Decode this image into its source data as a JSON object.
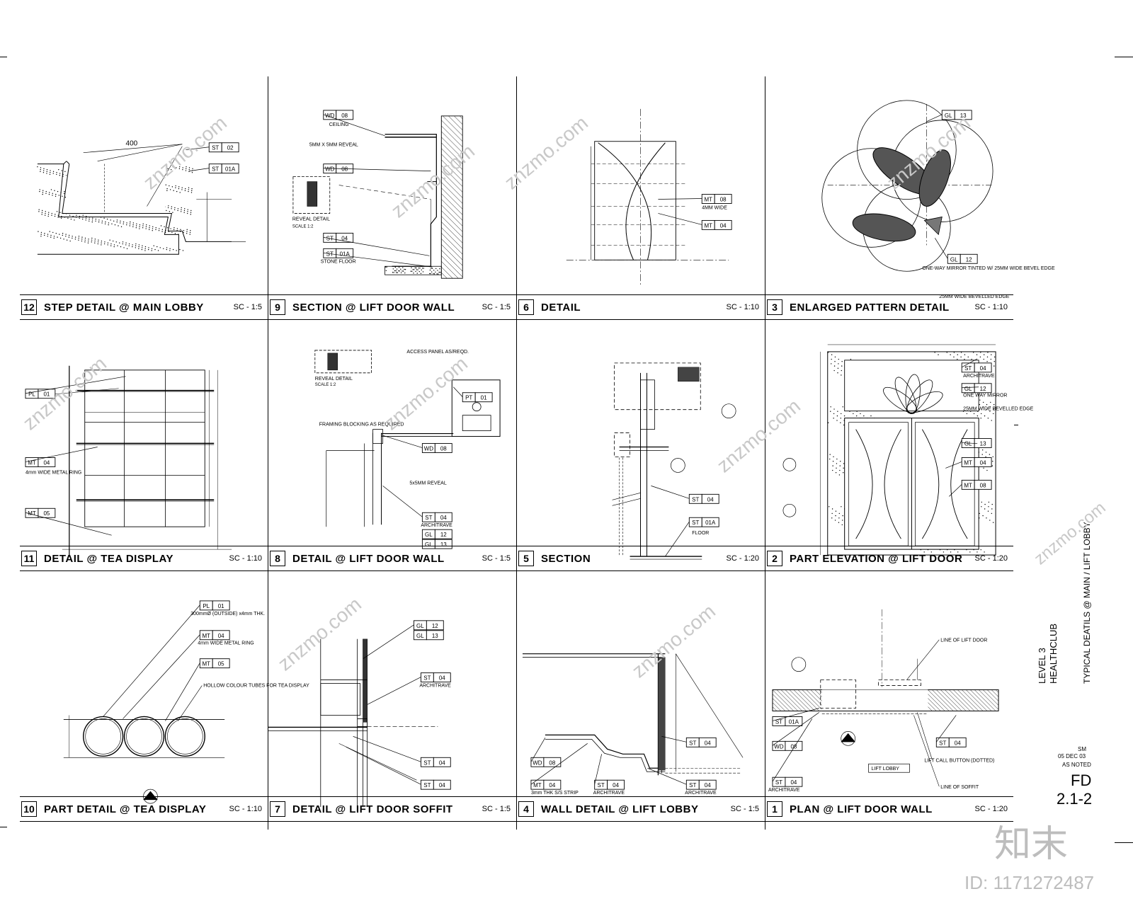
{
  "panels": [
    {
      "num": "12",
      "title": "STEP DETAIL @ MAIN LOBBY",
      "scale": "SC - 1:5"
    },
    {
      "num": "9",
      "title": "SECTION @ LIFT DOOR WALL",
      "scale": "SC - 1:5"
    },
    {
      "num": "6",
      "title": "DETAIL",
      "scale": "SC - 1:10"
    },
    {
      "num": "3",
      "title": "ENLARGED PATTERN DETAIL",
      "scale": "SC - 1:10"
    },
    {
      "num": "11",
      "title": "DETAIL @ TEA DISPLAY",
      "scale": "SC - 1:10"
    },
    {
      "num": "8",
      "title": "DETAIL @ LIFT DOOR WALL",
      "scale": "SC - 1:5"
    },
    {
      "num": "5",
      "title": "SECTION",
      "scale": "SC - 1:20"
    },
    {
      "num": "2",
      "title": "PART ELEVATION @ LIFT DOOR",
      "scale": "SC - 1:20"
    },
    {
      "num": "10",
      "title": "PART DETAIL @ TEA DISPLAY",
      "scale": "SC - 1:10"
    },
    {
      "num": "7",
      "title": "DETAIL @ LIFT DOOR SOFFIT",
      "scale": "SC - 1:5"
    },
    {
      "num": "4",
      "title": "WALL DETAIL @ LIFT LOBBY",
      "scale": "SC - 1:5"
    },
    {
      "num": "1",
      "title": "PLAN @ LIFT DOOR WALL",
      "scale": "SC - 1:20"
    }
  ],
  "tags": {
    "st02": [
      "ST",
      "02"
    ],
    "st01a": [
      "ST",
      "01A"
    ],
    "st04": [
      "ST",
      "04"
    ],
    "wd08": [
      "WD",
      "08"
    ],
    "mt08": [
      "MT",
      "08"
    ],
    "mt04": [
      "MT",
      "04"
    ],
    "mt05": [
      "MT",
      "05"
    ],
    "gl13": [
      "GL",
      "13"
    ],
    "gl12": [
      "GL",
      "12"
    ],
    "pl01": [
      "PL",
      "01"
    ],
    "pt01": [
      "PT",
      "01"
    ]
  },
  "notes": {
    "p12_dim": "400",
    "ceiling": "CEILING",
    "reveal_5x5": "5MM X 5MM REVEAL",
    "reveal_detail": "REVEAL DETAIL",
    "scale_12": "SCALE 1:2",
    "stone_floor": "STONE FLOOR",
    "mt08_note": "4MM WIDE",
    "mirror_note": "ONE-WAY MIRROR TINTED W/ 25MM WIDE BEVEL EDGE",
    "bevel_note": "25MM WIDE BEVELLED EDGE",
    "access_panel": "ACCESS PANEL AS/REQD.",
    "framing": "FRAMING BLOCKING AS REQUIRED",
    "reveal_5x5b": "5x5MM REVEAL",
    "architrave": "ARCHITRAVE",
    "floor": "FLOOR",
    "one_way_mirror": "ONE WAY MIRROR",
    "metal_ring": "4mm WIDE METAL RING",
    "tubes_300": "300mmØ (OUTSIDE) x4mm THK.",
    "hollow_tubes": "HOLLOW COLOUR TUBES FOR TEA DISPLAY",
    "ss_strip": "3mm THK S/S STRIP",
    "line_of_lift_door": "LINE OF LIFT DOOR",
    "lift_call_button": "LIFT CALL BUTTON (DOTTED)",
    "line_of_soffit": "LINE OF SOFFIT",
    "lift_lobby": "LIFT LOBBY"
  },
  "sheet": {
    "level": "LEVEL 3",
    "club": "HEALTHCLUB",
    "title": "TYPICAL DEATILS @ MAIN / LIFT LOBBY",
    "initials": "SM",
    "date": "05 DEC 03",
    "as_noted": "AS NOTED",
    "code": "FD",
    "number": "2.1-2"
  },
  "watermark": {
    "logo": "知末",
    "id": "ID: 1171272487",
    "text": "znzmo.com"
  }
}
